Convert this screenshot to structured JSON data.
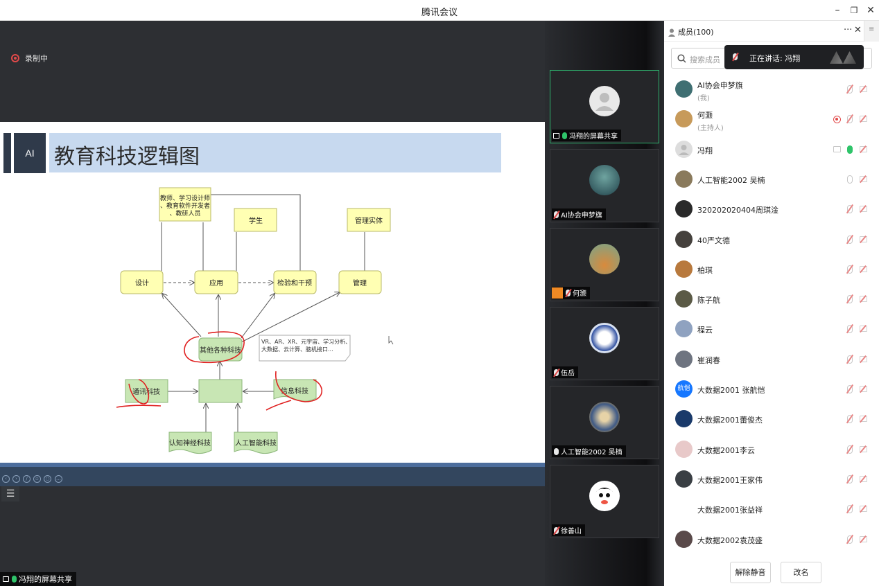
{
  "window": {
    "title": "腾讯会议",
    "minimize": "–",
    "restore": "❐",
    "close": "✕"
  },
  "stage": {
    "recording_label": "录制中",
    "share_label": "冯翔的屏幕共享",
    "list_icon": "☰"
  },
  "slide": {
    "badge": "AI",
    "title": "教育科技逻辑图",
    "nodes": {
      "teachers": [
        "教师、学习设计师",
        "、教育软件开发者",
        "、教研人员"
      ],
      "students": "学生",
      "mgmt_entity": "管理实体",
      "design": "设计",
      "apply": "应用",
      "inspect": "检验和干预",
      "manage": "管理",
      "other_tech": "其他各种科技",
      "note_lines": [
        "VR、AR、XR、元宇宙、学习分析、",
        "大数据、云计算、脑机接口..."
      ],
      "comm_tech": "通讯科技",
      "info_tech": "信息科技",
      "cog_tech": "认知神经科技",
      "ai_tech": "人工智能科技"
    }
  },
  "videos": [
    {
      "name": "冯翔的屏幕共享",
      "mic": "on",
      "screen": true,
      "active": true
    },
    {
      "name": "AI协会申梦旗",
      "mic": "off"
    },
    {
      "name": "何灏",
      "mic": "off",
      "host": true
    },
    {
      "name": "伍岳",
      "mic": "off"
    },
    {
      "name": "人工智能2002 吴楠",
      "mic": "white"
    },
    {
      "name": "徐善山",
      "mic": "off"
    }
  ],
  "panel": {
    "title": "成员(100)",
    "more": "···",
    "close": "✕",
    "menu": "≡",
    "search_placeholder": "搜索成员",
    "speaking": "正在讲话: 冯翔",
    "members": [
      {
        "name": "AI协会申梦旗",
        "role": "(我)",
        "color": "#3f6f72",
        "mic": "off"
      },
      {
        "name": "何灏",
        "role": "(主持人)",
        "color": "#c79a5a",
        "mic": "off",
        "rec": true
      },
      {
        "name": "冯翔",
        "role": "",
        "color": "#dddddd",
        "mic": "green",
        "screen": true
      },
      {
        "name": "人工智能2002 吴楠",
        "role": "",
        "color": "#8a7a5c",
        "mic": "on"
      },
      {
        "name": "320202020404周琪淦",
        "role": "",
        "color": "#2a2a2a",
        "mic": "off"
      },
      {
        "name": "40严文德",
        "role": "",
        "color": "#45413d",
        "mic": "off"
      },
      {
        "name": "柏琪",
        "role": "",
        "color": "#b8793d",
        "mic": "off"
      },
      {
        "name": "陈子航",
        "role": "",
        "color": "#5b5a46",
        "mic": "off"
      },
      {
        "name": "程云",
        "role": "",
        "color": "#8fa2c0",
        "mic": "off"
      },
      {
        "name": "崔润春",
        "role": "",
        "color": "#6e7480",
        "mic": "off"
      },
      {
        "name": "大数据2001 张航恺",
        "role": "",
        "color": "#1677ff",
        "avatar_text": "航恺",
        "mic": "off"
      },
      {
        "name": "大数据2001蕾俊杰",
        "role": "",
        "color": "#1a3a6a",
        "mic": "off"
      },
      {
        "name": "大数据2001李云",
        "role": "",
        "color": "#e8c9c9",
        "mic": "off"
      },
      {
        "name": "大数据2001王家伟",
        "role": "",
        "color": "#3a3f44",
        "mic": "off"
      },
      {
        "name": "大数据2001张益祥",
        "role": "",
        "color": "#ffffff",
        "mic": "off"
      },
      {
        "name": "大数据2002袁茂盛",
        "role": "",
        "color": "#5a4a4a",
        "mic": "off"
      }
    ],
    "unmute_all": "解除静音",
    "rename": "改名"
  }
}
